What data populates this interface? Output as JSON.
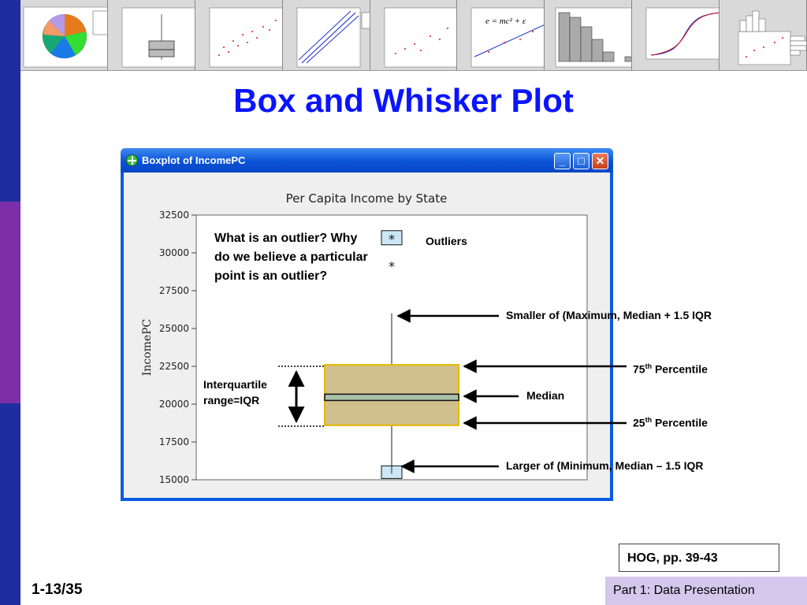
{
  "slide": {
    "title": "Box and Whisker Plot",
    "reference": "HOG, pp. 39-43",
    "page_number": "1-13/35",
    "footer": "Part 1: Data Presentation"
  },
  "window": {
    "title": "Boxplot of IncomePC",
    "minimize_label": "_",
    "maximize_label": "□",
    "close_label": "✕"
  },
  "annotations": {
    "question": "What is an outlier? Why do we believe a particular point is an outlier?",
    "outliers": "Outliers",
    "max_whisker": "Smaller of (Maximum, Median + 1.5 IQR",
    "q3_prefix": "75",
    "q3_sup": "th",
    "q3_suffix": " Percentile",
    "median": "Median",
    "q1_prefix": "25",
    "q1_sup": "th",
    "q1_suffix": " Percentile",
    "min_whisker": "Larger of (Minimum, Median – 1.5 IQR",
    "iqr_line1": "Interquartile",
    "iqr_line2": "range=IQR",
    "outlier_marker": "*"
  },
  "chart_data": {
    "type": "box",
    "title": "Per Capita Income by State",
    "ylabel": "IncomePC",
    "ylim": [
      15000,
      32500
    ],
    "yticks": [
      15000,
      17500,
      20000,
      22500,
      25000,
      27500,
      30000,
      32500
    ],
    "series": [
      {
        "whisker_low": 15500,
        "q1": 18600,
        "median": 20450,
        "q3": 22600,
        "whisker_high": 26000,
        "outliers": [
          31000,
          29200
        ]
      }
    ]
  },
  "colors": {
    "box_fill": "#cfc08e",
    "box_border": "#e8b800",
    "median_fill": "#a8c0a8",
    "highlight_fill": "#cce6f6",
    "question_text": "#e8400c",
    "title_text": "#0a14ff"
  }
}
